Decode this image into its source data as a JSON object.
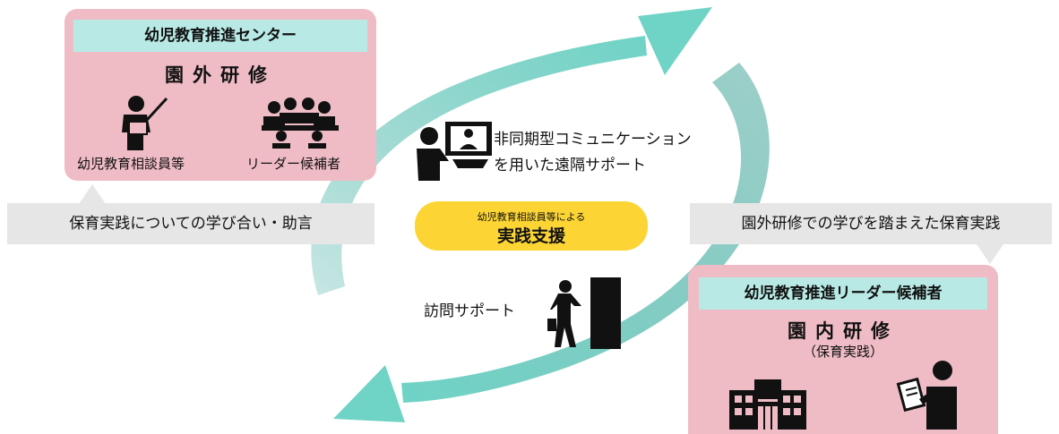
{
  "left_box": {
    "header": "幼児教育推進センター",
    "title": "園外研修",
    "label_left": "幼児教育相談員等",
    "label_right": "リーダー候補者",
    "icons": [
      "teacher-pointer-icon",
      "group-meeting-icon"
    ]
  },
  "right_box": {
    "header": "幼児教育推進リーダー候補者",
    "title": "園内研修",
    "subtitle": "（保育実践）",
    "icons": [
      "kindergarten-building-icon",
      "person-clipboard-icon"
    ]
  },
  "callouts": {
    "left": "保育実践についての学び合い・助言",
    "right": "園外研修での学びを踏まえた保育実践"
  },
  "center": {
    "remote_line1": "非同期型コミュニケーション",
    "remote_line2": "を用いた遠隔サポート",
    "pill_sub": "幼児教育相談員等による",
    "pill_main": "実践支援",
    "visit_label": "訪問サポート",
    "icons": [
      "video-call-icon",
      "door-visit-icon"
    ]
  },
  "colors": {
    "box_pink": "#efbcc5",
    "header_teal": "#b8e9e5",
    "arrow_teal": "#6cc8bc",
    "pill_yellow": "#fcd535",
    "callout_gray": "#e6e6e6"
  }
}
